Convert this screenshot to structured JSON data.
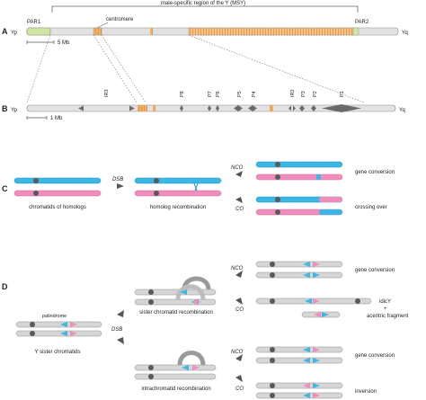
{
  "panels": {
    "a": "A",
    "b": "B",
    "c": "C",
    "d": "D"
  },
  "panel_a": {
    "msy": "male-specific region of the Y (MSY)",
    "par1": "PAR1",
    "par2": "PAR2",
    "centromere": "centromere",
    "yp": "Yp",
    "yq": "Yq",
    "scale": "5 Mb"
  },
  "panel_b": {
    "yp": "Yp",
    "yq": "Yq",
    "scale": "1 Mb",
    "palindromes": [
      "IR3",
      "P8",
      "P7",
      "P6",
      "P5",
      "P4",
      "IR2",
      "P3",
      "P2",
      "P1"
    ]
  },
  "panel_c": {
    "dsb": "DSB",
    "nco": "NCO",
    "co": "CO",
    "chromatids_label": "chromatids of homologs",
    "homolog_label": "homolog recombination",
    "gene_conversion": "gene conversion",
    "crossing_over": "crossing over"
  },
  "panel_d": {
    "palindrome": "palindrome",
    "sister_label": "Y sister chromatids",
    "dsb": "DSB",
    "sister_recomb": "sister chromatid recombination",
    "intra_recomb": "intrachromatid recombination",
    "nco_top": "NCO",
    "co_top": "CO",
    "nco_bottom": "NCO",
    "co_bottom": "CO",
    "gene_conversion_top": "gene conversion",
    "idicy": "idicY",
    "plus": "+",
    "acentric": "acentric fragment",
    "gene_conversion_bottom": "gene conversion",
    "inversion": "inversion"
  },
  "colors": {
    "chromatid_gray": "#d6d6d6",
    "outline": "#8c8c8c",
    "centromere_orange": "#f3b069",
    "par_green": "#cde6a2",
    "blue": "#3ab7e4",
    "pink": "#f08dbd",
    "centromere_dark": "#5a5a5a",
    "arrow_dark": "#555555"
  }
}
